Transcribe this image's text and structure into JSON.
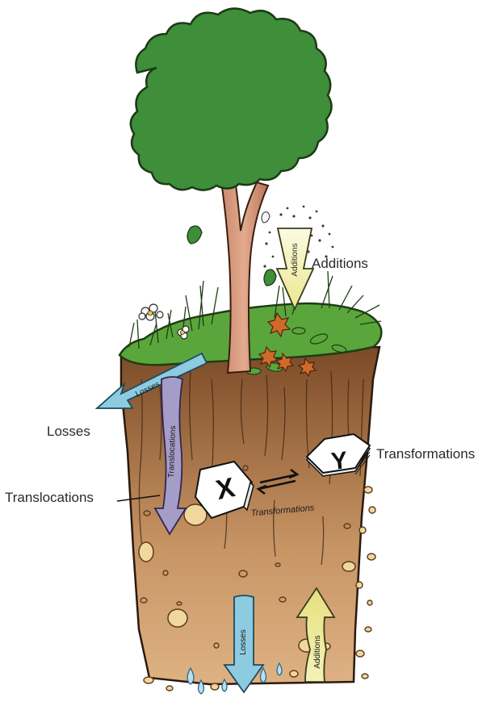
{
  "labels": {
    "additions": "Additions",
    "losses": "Losses",
    "transformations": "Transformations",
    "translocations": "Translocations"
  },
  "arrow_text": {
    "additions_top": "Additions",
    "additions_bottom": "Additions",
    "losses_surface": "Losses",
    "losses_bottom": "Losses",
    "translocations": "Translocations",
    "transformations": "Transformations"
  },
  "cubes": {
    "x": "X",
    "y": "Y"
  },
  "colors": {
    "foliage": "#3e8e3a",
    "grass": "#5aa63c",
    "trunk": "#d79a79",
    "soil_top": "#8a5a33",
    "soil_bottom": "#d6a575",
    "additions_arrow": "#f1efa6",
    "losses_arrow": "#8ccbe0",
    "translocations_arrow": "#a69cc8"
  },
  "icons": [
    "tree",
    "soil-profile",
    "cube-x",
    "cube-y",
    "water-drop",
    "leaf",
    "flower"
  ]
}
